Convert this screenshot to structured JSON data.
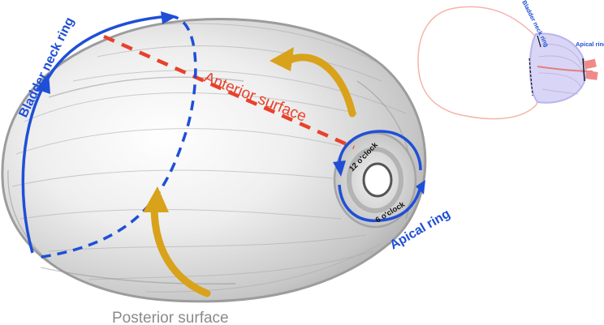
{
  "labels": {
    "bladder_neck_ring": "Bladder neck ring",
    "anterior_surface": "Anterior surface",
    "posterior_surface": "Posterior surface",
    "apical_ring": "Apical ring",
    "twelve_oclock": "12 o'clock",
    "six_oclock": "6 o'clock"
  },
  "inset": {
    "bladder_neck_ring": "Bladder neck ring",
    "apical_ring": "Apical ring"
  },
  "colors": {
    "ring_blue": "#1f4fd6",
    "axis_red": "#e8412c",
    "rotation_arrow_gold": "#d9a21b",
    "tissue_gray": "#b9b9b9",
    "inset_bladder": "#f4b4a8",
    "inset_prostate": "#b9b4ee"
  },
  "icons": {
    "rotation_arrows": "curved-arrow-icon",
    "ring_arrows": "arrowhead-icon"
  }
}
